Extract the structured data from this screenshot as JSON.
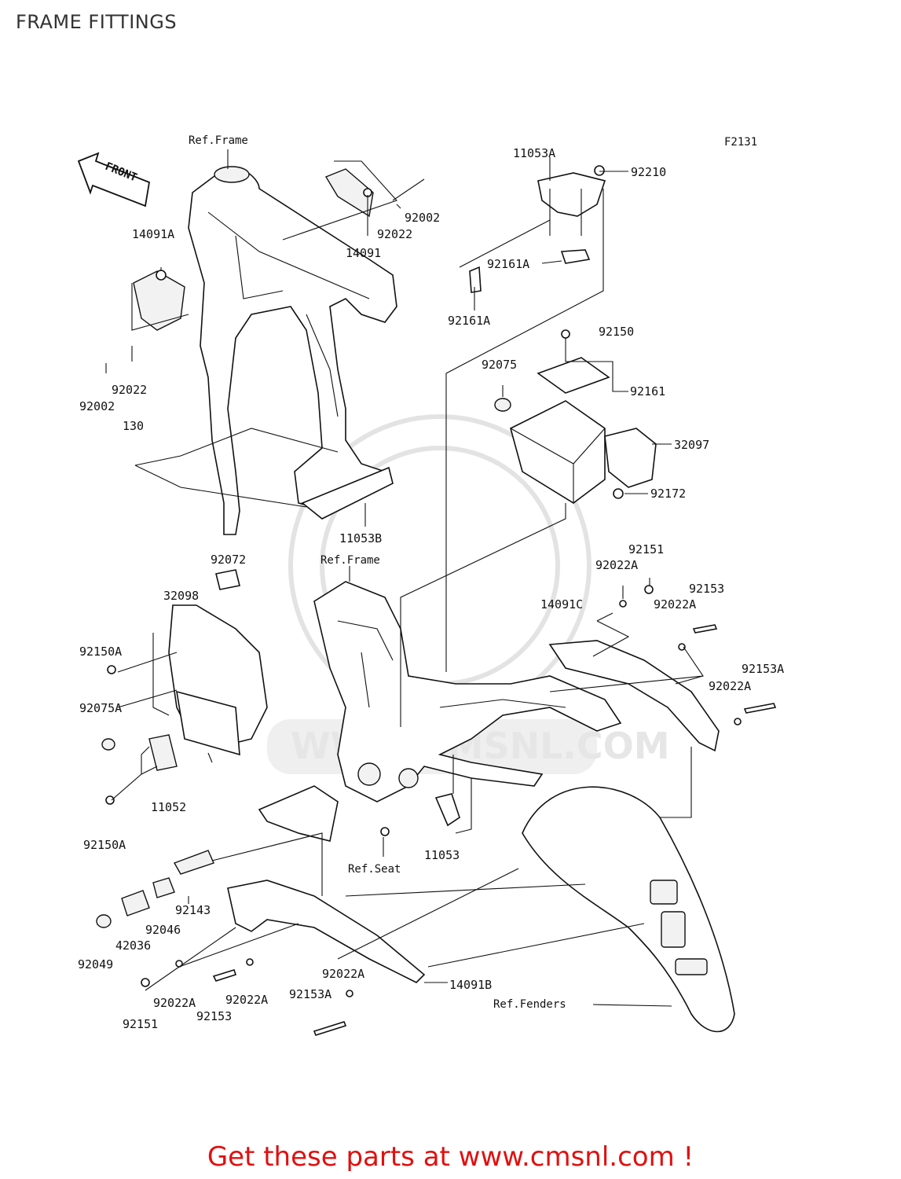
{
  "page_title": "FRAME FITTINGS",
  "diagram_code": "F2131",
  "front_arrow": "FRONT",
  "watermark": "WWW.CMSNL.COM",
  "footer": "Get these parts at www.cmsnl.com !",
  "labels": {
    "ref_frame_top": "Ref.Frame",
    "ref_frame_mid": "Ref.Frame",
    "ref_seat": "Ref.Seat",
    "ref_fenders": "Ref.Fenders",
    "p11053A": "11053A",
    "p92210": "92210",
    "p92002_top": "92002",
    "p92022_top": "92022",
    "p14091": "14091",
    "p14091A": "14091A",
    "p92161A_1": "92161A",
    "p92161A_2": "92161A",
    "p92150": "92150",
    "p92075": "92075",
    "p92161": "92161",
    "p32097": "32097",
    "p92172": "92172",
    "p92022_left": "92022",
    "p92002_left": "92002",
    "p130": "130",
    "p11053B": "11053B",
    "p92072": "92072",
    "p32098": "32098",
    "p92150A_1": "92150A",
    "p92075A": "92075A",
    "p11052": "11052",
    "p92150A_2": "92150A",
    "p92151_top": "92151",
    "p92022A_1": "92022A",
    "p92153_top": "92153",
    "p14091C": "14091C",
    "p92022A_2": "92022A",
    "p92153A_top": "92153A",
    "p92022A_3": "92022A",
    "p11053": "11053",
    "p92143": "92143",
    "p92046": "92046",
    "p42036": "42036",
    "p92049": "92049",
    "p92022A_4": "92022A",
    "p14091B": "14091B",
    "p92022A_5": "92022A",
    "p92022A_6": "92022A",
    "p92153A_bot": "92153A",
    "p92151_bot": "92151",
    "p92153_bot": "92153"
  }
}
